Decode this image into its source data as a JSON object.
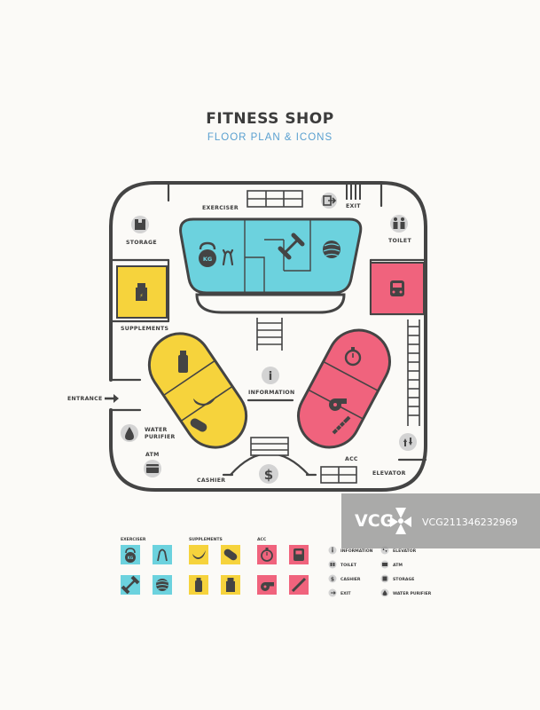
{
  "title": "FITNESS SHOP",
  "subtitle": "FLOOR PLAN & ICONS",
  "colors": {
    "outline": "#444444",
    "exerciser": "#6cd2de",
    "supplements": "#f6d33c",
    "acc": "#f0637d",
    "neutral_icon": "#d3d3d3",
    "subtitle": "#5aa0d0"
  },
  "plan_labels": {
    "exerciser": "EXERCISER",
    "exit": "EXIT",
    "storage": "STORAGE",
    "toilet": "TOILET",
    "supplements": "SUPPLEMENTS",
    "entrance": "ENTRANCE",
    "information": "INFORMATION",
    "water_purifier_1": "WATER",
    "water_purifier_2": "PURIFIER",
    "atm": "ATM",
    "cashier": "CASHIER",
    "acc": "ACC",
    "elevator": "ELEVATOR"
  },
  "plan_icons": {
    "kg_label": "KG",
    "dollar": "$",
    "info": "i"
  },
  "legend": {
    "categories": [
      "EXERCISER",
      "SUPPLEMENTS",
      "ACC"
    ],
    "items": [
      "INFORMATION",
      "ELEVATOR",
      "TOILET",
      "ATM",
      "CASHIER",
      "STORAGE",
      "EXIT",
      "WATER PURIFIER"
    ],
    "kg_label": "KG"
  },
  "watermark": {
    "brand": "VCG",
    "id": "VCG211346232969"
  }
}
